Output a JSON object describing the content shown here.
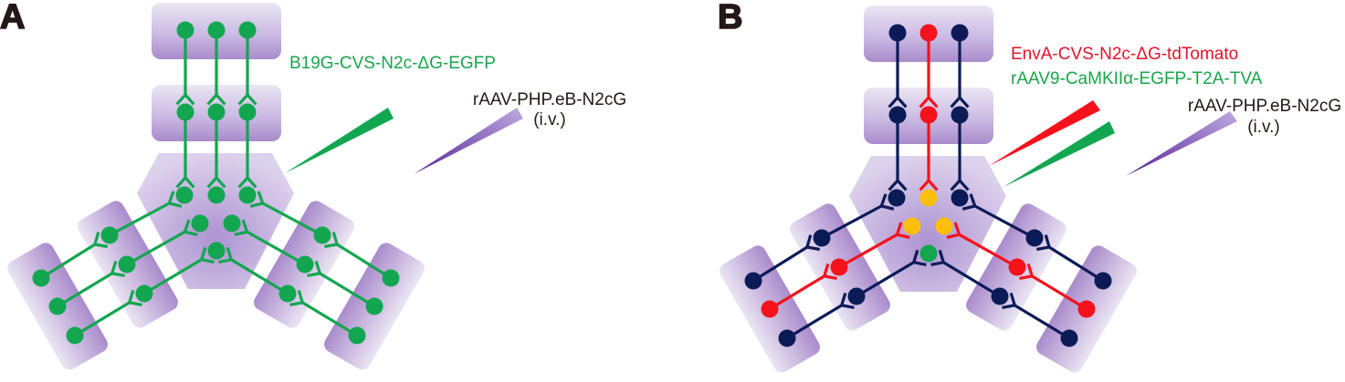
{
  "figure": {
    "panels": [
      {
        "label": "A",
        "label_color": "#231815",
        "injection_labels": [
          {
            "text": "B19G-CVS-N2c-ΔG-EGFP",
            "color": "#19a54b"
          }
        ],
        "systemic_injection": {
          "text": "rAAV-PHP.eB-N2cG",
          "route": "(i.v.)",
          "color": "#231815"
        },
        "pipettes": [
          "#12a650",
          "purple-gradient"
        ],
        "neurons": {
          "column_top": [
            "green",
            "green",
            "green"
          ],
          "column_mid": [
            "green",
            "green",
            "green"
          ],
          "hub_row1": [
            "green",
            "green",
            "green"
          ],
          "hub_row2": [
            "green",
            "green"
          ],
          "hub_row3": [
            "green"
          ],
          "left_inner": [
            "green",
            "green",
            "green"
          ],
          "left_outer": [
            "green",
            "green",
            "green"
          ],
          "right_inner": [
            "green",
            "green",
            "green"
          ],
          "right_outer": [
            "green",
            "green",
            "green"
          ]
        }
      },
      {
        "label": "B",
        "label_color": "#231815",
        "injection_labels": [
          {
            "text": "EnvA-CVS-N2c-ΔG-tdTomato",
            "color": "#e3132c"
          },
          {
            "text": "rAAV9-CaMKIIα-EGFP-T2A-TVA",
            "color": "#19a54b"
          }
        ],
        "systemic_injection": {
          "text": "rAAV-PHP.eB-N2cG",
          "route": "(i.v.)",
          "color": "#231815"
        },
        "pipettes": [
          "#f5121c",
          "#12a650",
          "purple-gradient"
        ],
        "neurons": {
          "column_top": [
            "navy",
            "red",
            "navy"
          ],
          "column_mid": [
            "navy",
            "red",
            "navy"
          ],
          "hub_row1": [
            "navy",
            "yellow",
            "navy"
          ],
          "hub_row2": [
            "yellow",
            "yellow"
          ],
          "hub_row3": [
            "green"
          ],
          "left_inner": [
            "navy",
            "red",
            "navy"
          ],
          "left_outer": [
            "navy",
            "red",
            "navy"
          ],
          "right_inner": [
            "navy",
            "red",
            "navy"
          ],
          "right_outer": [
            "navy",
            "red",
            "navy"
          ]
        }
      }
    ]
  },
  "neuron_palette": {
    "green": "#12a650",
    "navy": "#0c1b57",
    "red": "#f5121c",
    "yellow": "#fdbf0b"
  },
  "region_colors": {
    "light": "#ebe5f3",
    "mid": "#cbbbe4",
    "dark": "#a98bcb",
    "hub_center": "#ad93d2",
    "hub_edge": "#ddd2ec"
  },
  "pipette_purple": {
    "tip": "#55259a",
    "base": "#bfaadd"
  }
}
